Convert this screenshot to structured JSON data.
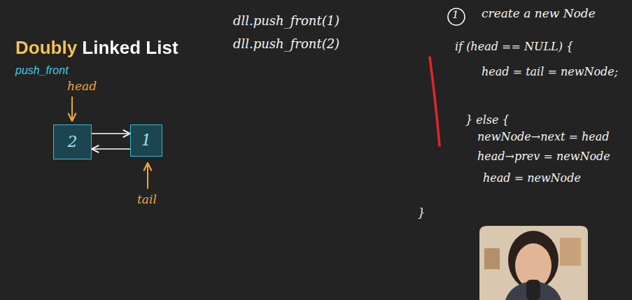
{
  "diagram": {
    "title": "Doubly Linked List",
    "nodes": [
      {
        "text": [
          "2"
        ]
      },
      {
        "text": [
          "1"
        ]
      }
    ],
    "edges": [
      {
        "from": 0,
        "to": 1,
        "arrow": "to"
      },
      {
        "from": 1,
        "to": 0,
        "arrow": "to"
      }
    ],
    "labels": [
      "push_front",
      "head",
      "tail",
      "dll.push_front(1)",
      "dll.push_front(2)",
      "1",
      "create a new Node",
      "if (head == NULL) {",
      "head = tail = newNode;",
      "} else {",
      "newNode→next = head",
      "head→prev = newNode",
      "head = newNode",
      "}"
    ]
  }
}
